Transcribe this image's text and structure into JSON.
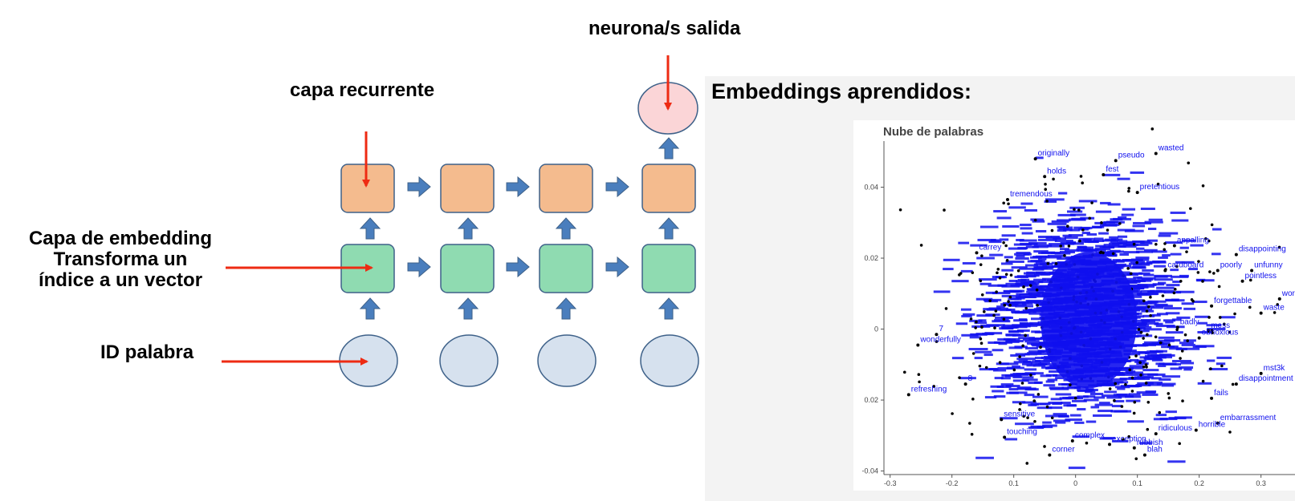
{
  "labels": {
    "output": "neurona/s salida",
    "recurrent": "capa recurrente",
    "embedding_line1": "Capa de embedding",
    "embedding_line2": "Transforma un",
    "embedding_line3": "índice a un vector",
    "word_id": "ID palabra"
  },
  "panel_title": "Embeddings aprendidos:",
  "colors": {
    "recurrent_fill": "#f4bb8e",
    "embedding_fill": "#8fdbb1",
    "input_fill": "#d6e1ee",
    "output_fill": "#fbd5d7",
    "node_stroke": "#3e6189",
    "block_arrow": "#4a7ebd",
    "pointer_arrow": "#ee2b13",
    "word_label": "#1010ee",
    "point": "#000000"
  },
  "chart_data": {
    "type": "scatter",
    "title": "Nube de palabras",
    "xlabel": "",
    "ylabel": "",
    "xlim": [
      -0.31,
      0.355
    ],
    "ylim": [
      -0.041,
      0.053
    ],
    "x_ticks": [
      "-0.3",
      "-0.2",
      "0.1",
      "0",
      "0.1",
      "0.2",
      "0.3"
    ],
    "x_tick_values": [
      -0.3,
      -0.2,
      -0.1,
      0,
      0.1,
      0.2,
      0.3
    ],
    "y_ticks": [
      "0.04",
      "0.02",
      "0",
      "0.02",
      "-0.04"
    ],
    "y_tick_values": [
      0.04,
      0.02,
      0,
      -0.02,
      -0.04
    ],
    "labeled_points": [
      {
        "word": "wasted",
        "x": 0.13,
        "y": 0.0495
      },
      {
        "word": "originally",
        "x": -0.065,
        "y": 0.048
      },
      {
        "word": "pseudo",
        "x": 0.065,
        "y": 0.0475
      },
      {
        "word": "fest",
        "x": 0.045,
        "y": 0.0435
      },
      {
        "word": "holds",
        "x": -0.05,
        "y": 0.043
      },
      {
        "word": "pretentious",
        "x": 0.1,
        "y": 0.0385
      },
      {
        "word": "tremendous",
        "x": -0.11,
        "y": 0.0365
      },
      {
        "word": "carrey",
        "x": -0.16,
        "y": 0.0215
      },
      {
        "word": "cardboard",
        "x": 0.145,
        "y": 0.0165
      },
      {
        "word": "poorly",
        "x": 0.23,
        "y": 0.0165
      },
      {
        "word": "unfunny",
        "x": 0.285,
        "y": 0.0165
      },
      {
        "word": "pointless",
        "x": 0.27,
        "y": 0.0135
      },
      {
        "word": "forgettable",
        "x": 0.22,
        "y": 0.0065
      },
      {
        "word": "wor",
        "x": 0.33,
        "y": 0.0085
      },
      {
        "word": "waste",
        "x": 0.3,
        "y": 0.0045
      },
      {
        "word": "mess",
        "x": 0.215,
        "y": -0.0005
      },
      {
        "word": "obnoxious",
        "x": 0.2,
        "y": -0.0025
      },
      {
        "word": "badly",
        "x": 0.165,
        "y": 0.0005
      },
      {
        "word": "wonderfully",
        "x": -0.255,
        "y": -0.0045
      },
      {
        "word": "7",
        "x": -0.225,
        "y": -0.0015
      },
      {
        "word": "8",
        "x": -0.178,
        "y": -0.0155
      },
      {
        "word": "refreshing",
        "x": -0.27,
        "y": -0.0185
      },
      {
        "word": "mst3k",
        "x": 0.3,
        "y": -0.0125
      },
      {
        "word": "disappointment",
        "x": 0.26,
        "y": -0.0155
      },
      {
        "word": "fails",
        "x": 0.22,
        "y": -0.0195
      },
      {
        "word": "embarrassment",
        "x": 0.23,
        "y": -0.0265
      },
      {
        "word": "horrible",
        "x": 0.195,
        "y": -0.0285
      },
      {
        "word": "ridiculous",
        "x": 0.13,
        "y": -0.0295
      },
      {
        "word": "rubbish",
        "x": 0.095,
        "y": -0.0335
      },
      {
        "word": "blah",
        "x": 0.112,
        "y": -0.0355
      },
      {
        "word": "corner",
        "x": -0.042,
        "y": -0.0355
      },
      {
        "word": "touching",
        "x": -0.115,
        "y": -0.0305
      },
      {
        "word": "sensitive",
        "x": -0.12,
        "y": -0.0255
      },
      {
        "word": "complex",
        "x": -0.005,
        "y": -0.0315
      },
      {
        "word": "exception",
        "x": 0.055,
        "y": -0.0325
      },
      {
        "word": "appalling",
        "x": 0.16,
        "y": 0.0235
      },
      {
        "word": "disappointing",
        "x": 0.26,
        "y": 0.021
      }
    ]
  }
}
